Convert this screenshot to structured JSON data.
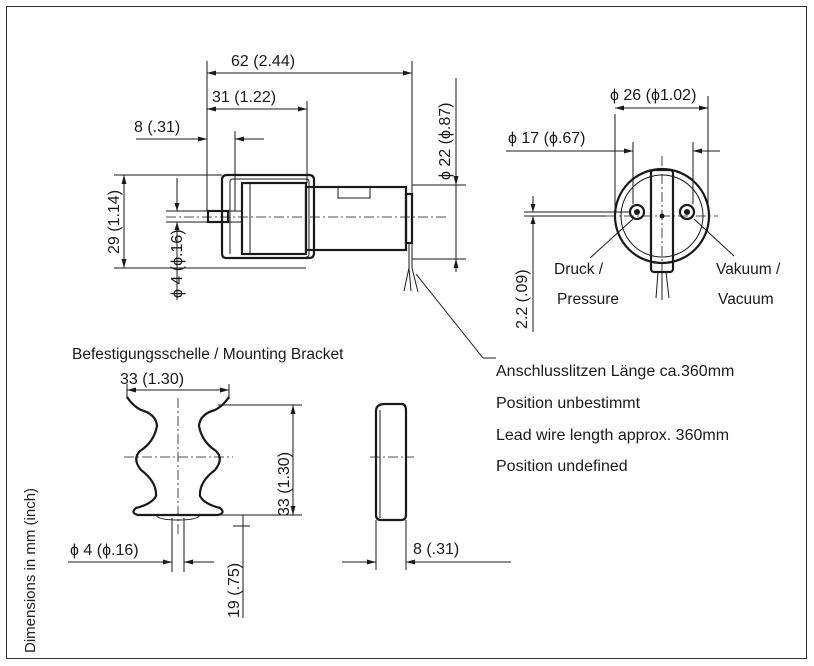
{
  "side_label": "Dimensions in mm (inch)",
  "dims": {
    "len62": "62 (2.44)",
    "len31": "31 (1.22)",
    "len8": "8 (.31)",
    "h29": "29 (1.14)",
    "d4": "ϕ 4 (ϕ.16)",
    "d22": "ϕ 22 (ϕ.87)",
    "d26": "ϕ 26 (ϕ1.02)",
    "d17": "ϕ 17 (ϕ.67)",
    "h22": "2.2 (.09)",
    "bw33": "33 (1.30)",
    "bh33": "33 (1.30)",
    "bd4": "ϕ 4 (ϕ.16)",
    "bh19": "19 (.75)",
    "bt8": "8 (.31)"
  },
  "labels": {
    "druck": "Druck /",
    "pressure": "Pressure",
    "vakuum": "Vakuum /",
    "vacuum": "Vacuum",
    "bracket_title": "Befestigungsschelle / Mounting Bracket"
  },
  "note": [
    "Anschlusslitzen Länge ca.360mm",
    "Position unbestimmt",
    "Lead wire length approx. 360mm",
    "Position undefined"
  ]
}
